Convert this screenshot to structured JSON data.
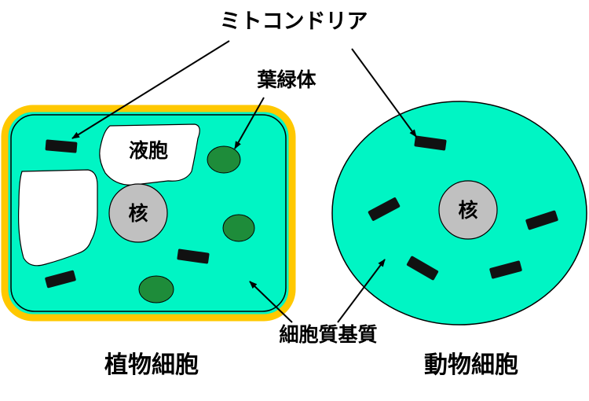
{
  "labels": {
    "mitochondria": "ミトコンドリア",
    "chloroplast": "葉緑体",
    "vacuole": "液胞",
    "nucleus_plant": "核",
    "nucleus_animal": "核",
    "cytoplasm_matrix": "細胞質基質",
    "plant_cell": "植物細胞",
    "animal_cell": "動物細胞"
  },
  "colors": {
    "cytoplasm": "#00F5C4",
    "cell_wall": "#FFC800",
    "nucleus": "#C0C0C0",
    "chloroplast": "#1E8C3A",
    "organelle": "#111111",
    "vacuole": "#FFFFFF"
  }
}
